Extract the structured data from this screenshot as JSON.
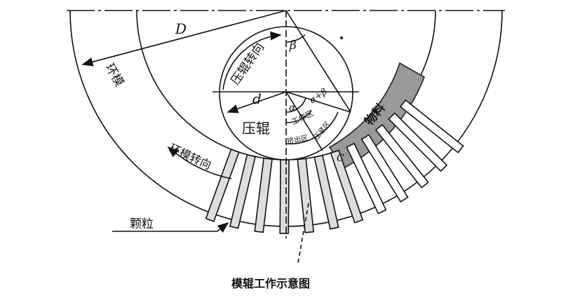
{
  "diagram": {
    "caption": "模辊工作示意图",
    "labels": {
      "ring_diameter": "D",
      "roller_diameter": "d",
      "angle_beta": "β",
      "angle_alpha": "α",
      "angle_alpha_beta": "α+β",
      "roller_rotation": "压辊转向",
      "roller": "压辊",
      "ring_die": "环模",
      "ring_rotation": "环模转向",
      "pellets": "颗粒",
      "material": "物料",
      "work_zone": "工作区",
      "extrusion_zone": "挤出区",
      "compaction_zone": "压紧区",
      "point_c": "C"
    }
  }
}
